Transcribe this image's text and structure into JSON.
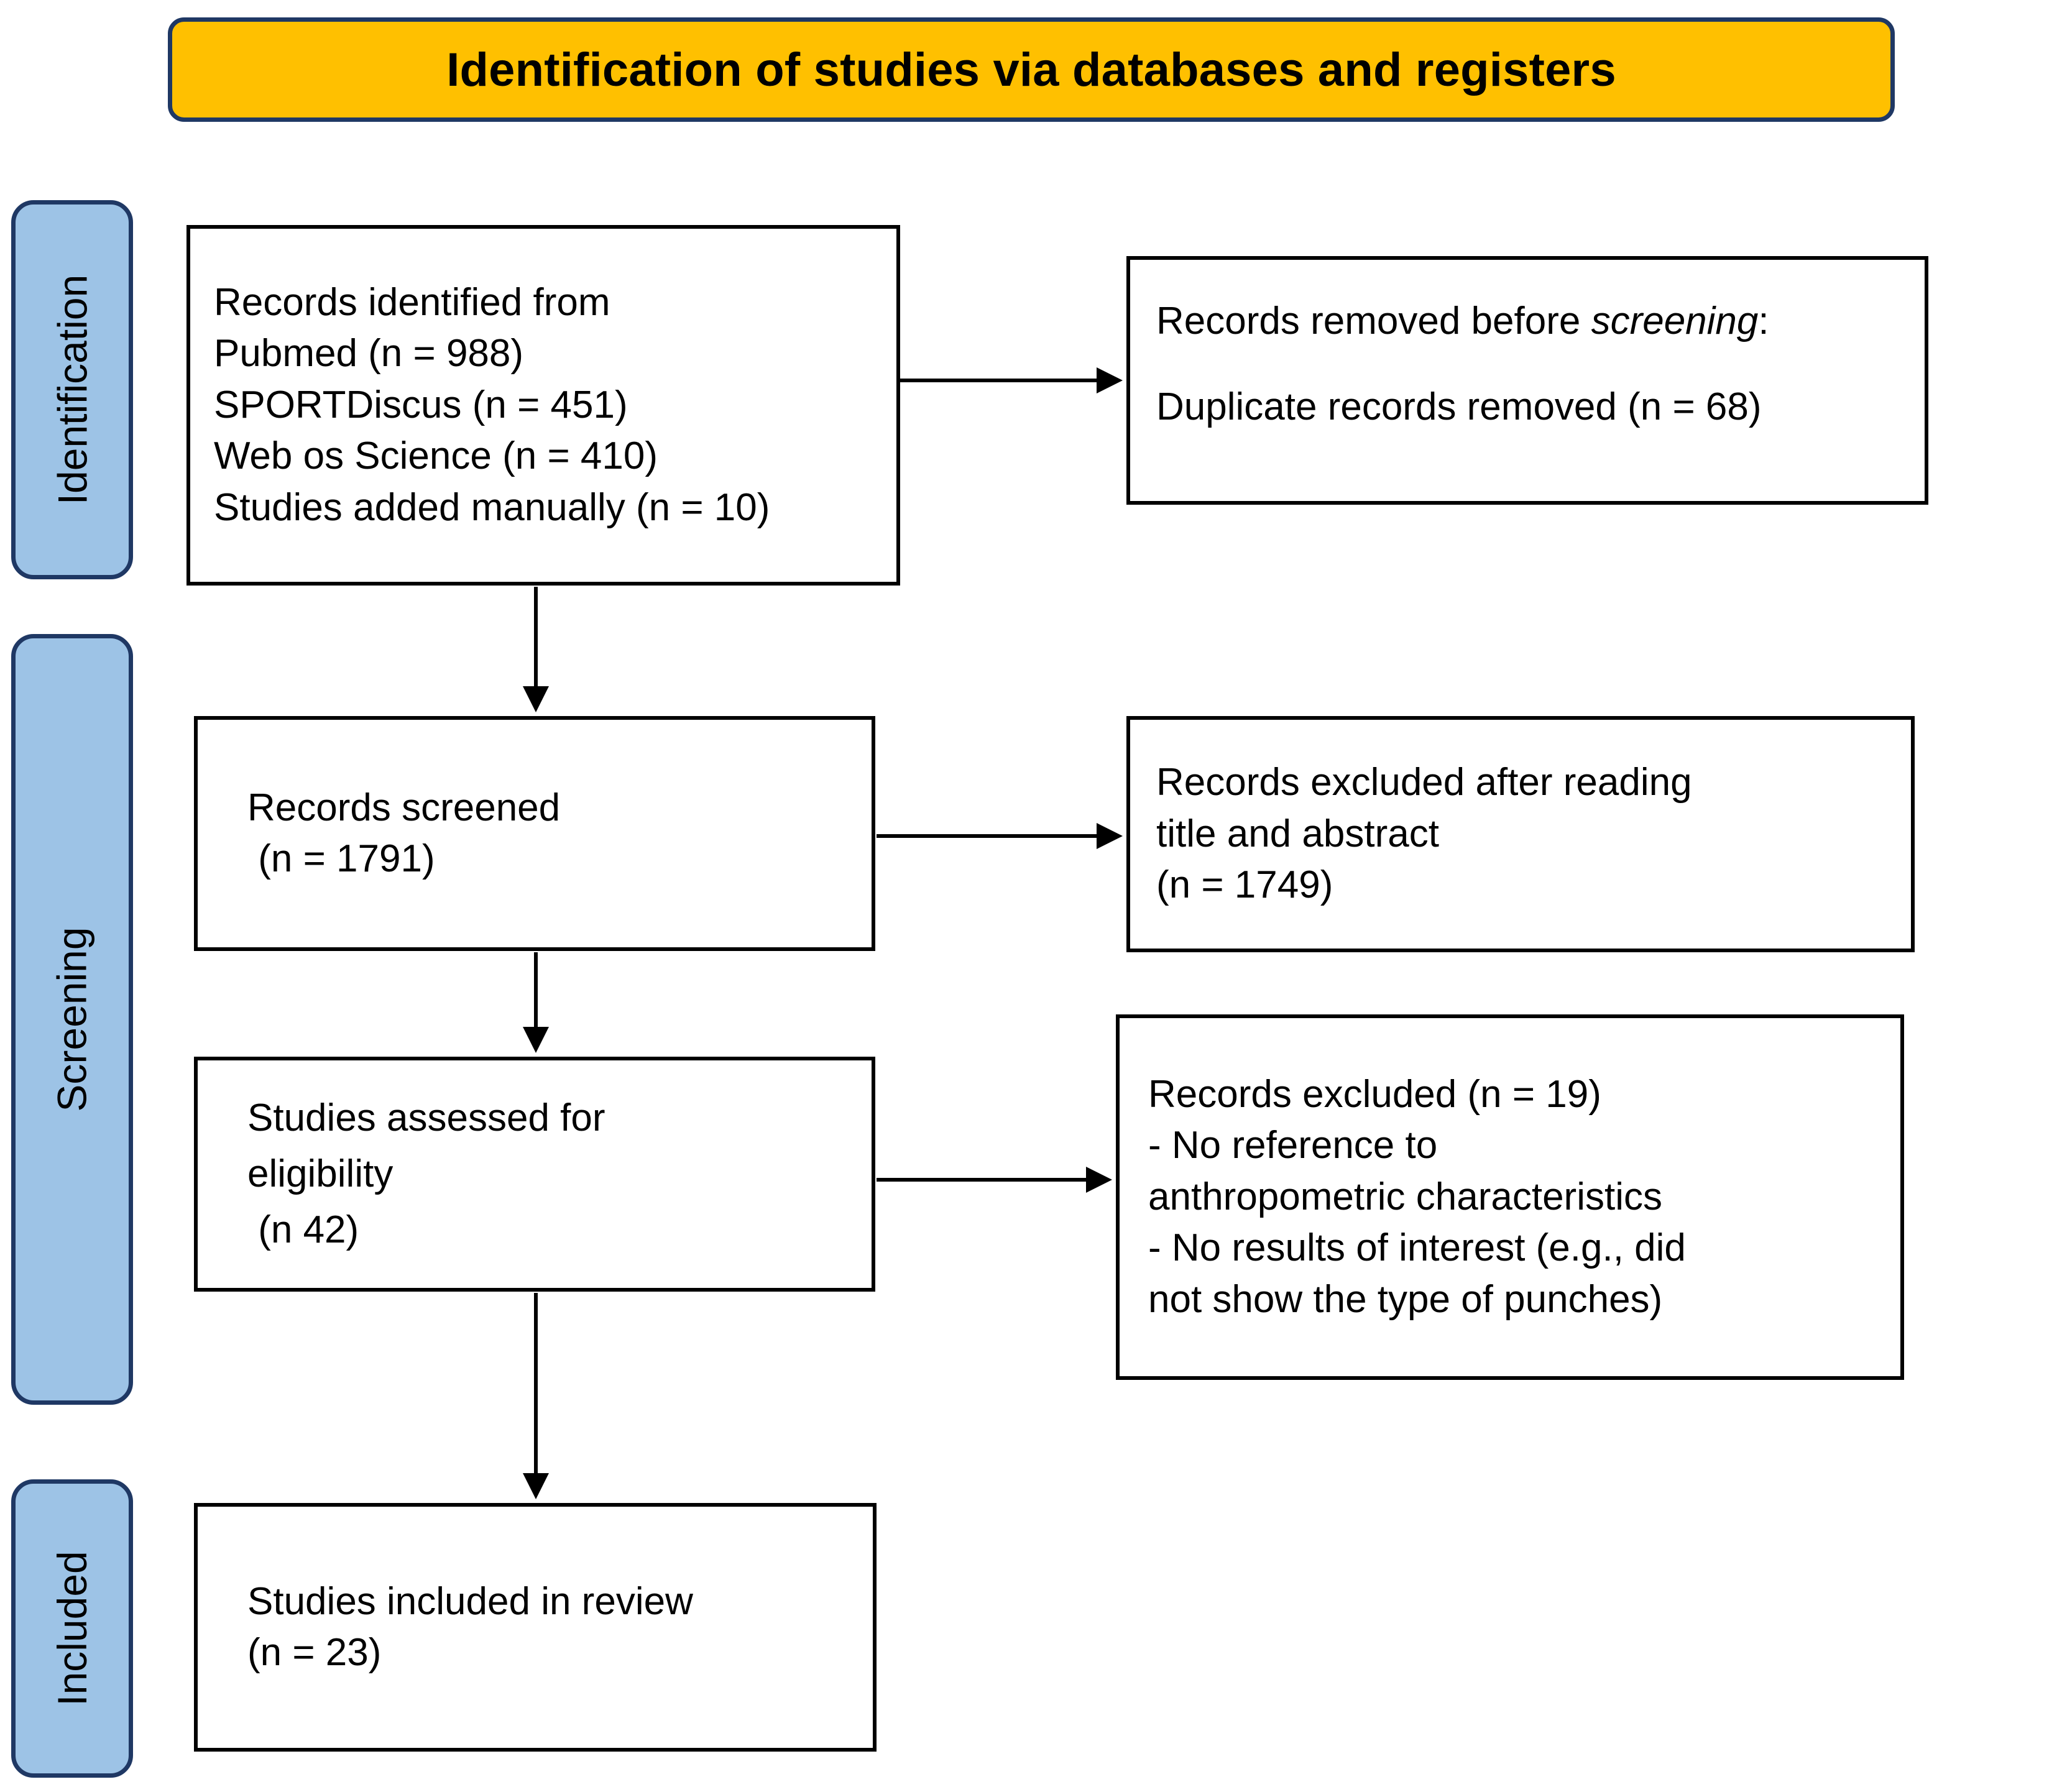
{
  "banner": {
    "title": "Identification of studies via databases and registers",
    "fill_color": "#FFC000",
    "border_color": "#1F3864"
  },
  "stages": {
    "fill_color": "#9DC3E6",
    "border_color": "#1F3864",
    "identification": "Identification",
    "screening": "Screening",
    "included": "Included"
  },
  "boxes": {
    "records_identified": {
      "lines": [
        "Records identified from",
        "Pubmed (n = 988)",
        "SPORTDiscus (n = 451)",
        "Web os Science (n = 410)",
        "Studies added manually (n = 10)"
      ]
    },
    "records_removed": {
      "line1_prefix": "Records removed before ",
      "line1_italic": "screening",
      "line1_suffix": ":",
      "line2": "Duplicate records removed (n = 68)"
    },
    "records_screened": {
      "lines": [
        "Records screened",
        " (n = 1791)"
      ]
    },
    "records_excluded_title_abstract": {
      "lines": [
        "Records excluded after reading",
        "title and abstract",
        "(n = 1749)"
      ]
    },
    "studies_assessed": {
      "lines": [
        "Studies assessed for",
        "eligibility",
        " (n 42)"
      ]
    },
    "records_excluded_eligibility": {
      "lines": [
        "Records excluded (n = 19)",
        "- No reference to",
        "anthropometric characteristics",
        "- No results of interest (e.g., did",
        "not show the type of punches)"
      ]
    },
    "studies_included": {
      "lines": [
        "Studies included in review",
        "(n = 23)"
      ]
    }
  },
  "flow_data": {
    "type": "prisma-flow",
    "identified": {
      "Pubmed": 988,
      "SPORTDiscus": 451,
      "Web os Science": 410,
      "Studies added manually": 10
    },
    "duplicates_removed": 68,
    "records_screened": 1791,
    "excluded_title_abstract": 1749,
    "assessed_for_eligibility": 42,
    "excluded_eligibility": 19,
    "included_in_review": 23
  }
}
